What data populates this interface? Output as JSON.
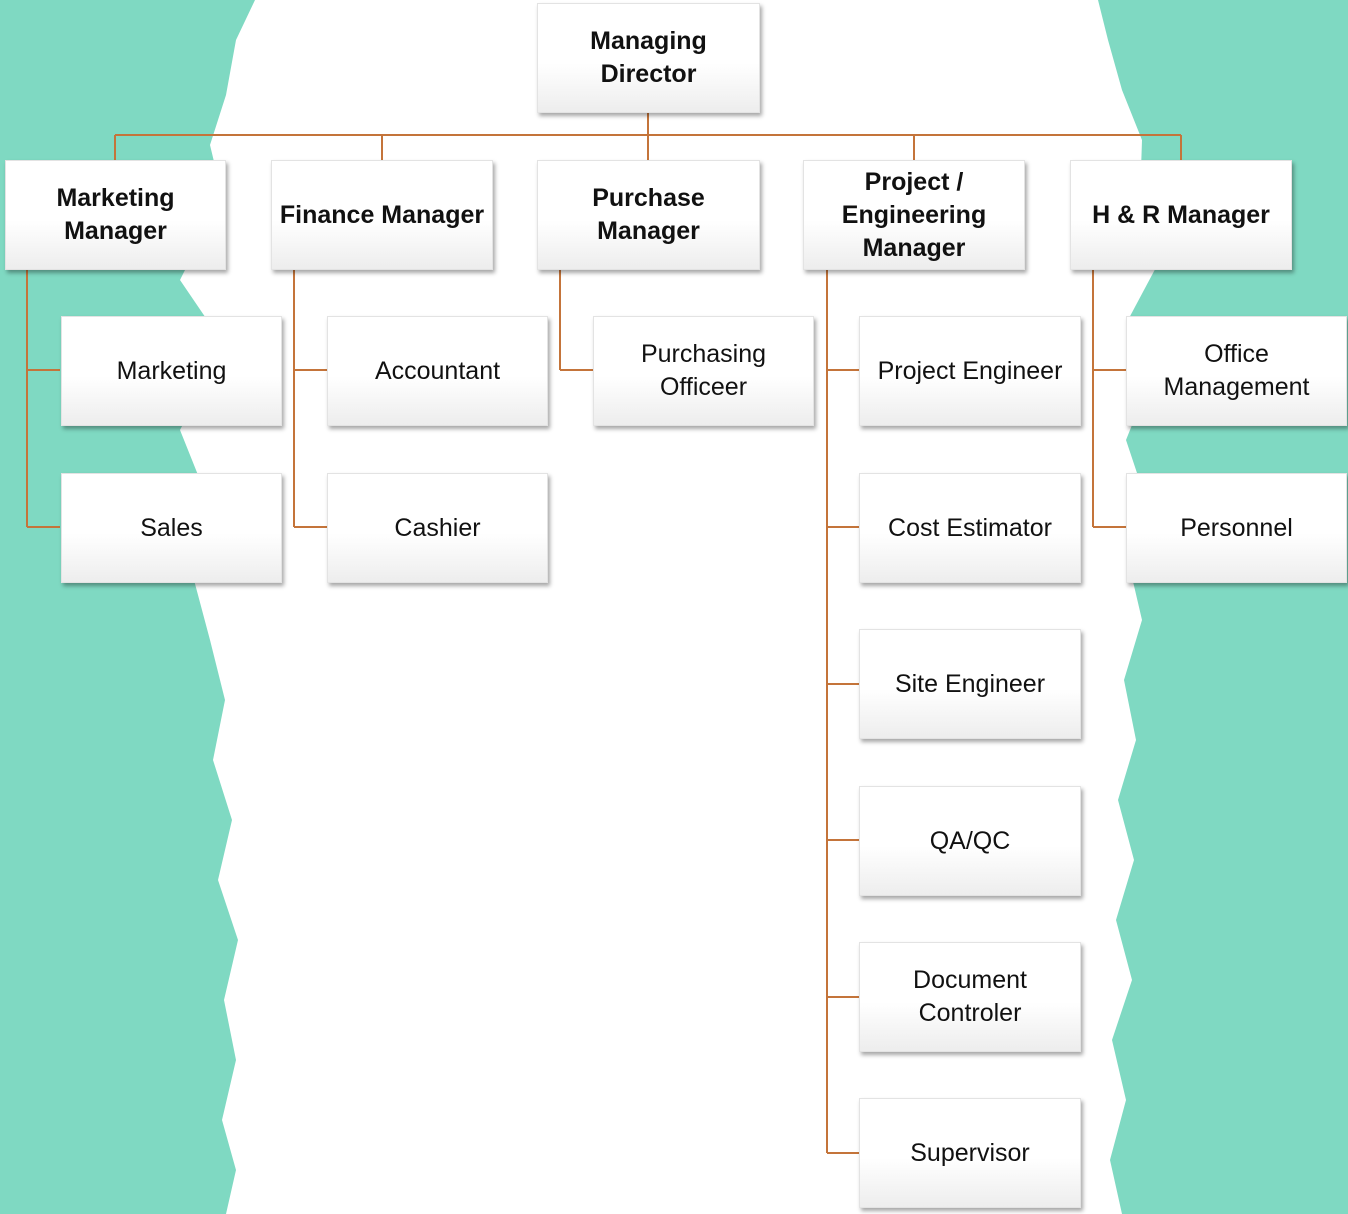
{
  "chart": {
    "director": "Managing Director",
    "managers": [
      {
        "title": "Marketing Manager",
        "staff": [
          "Marketing",
          "Sales"
        ]
      },
      {
        "title": "Finance Manager",
        "staff": [
          "Accountant",
          "Cashier"
        ]
      },
      {
        "title": "Purchase Manager",
        "staff": [
          "Purchasing Officeer"
        ]
      },
      {
        "title": "Project / Engineering Manager",
        "staff": [
          "Project Engineer",
          "Cost Estimator",
          "Site Engineer",
          "QA/QC",
          "Document Controler",
          "Supervisor"
        ]
      },
      {
        "title": "H & R Manager",
        "staff": [
          "Office Management",
          "Personnel"
        ]
      }
    ]
  },
  "colors": {
    "background": "#7fd9c2",
    "paper": "#ffffff",
    "connector": "#c4743a"
  }
}
